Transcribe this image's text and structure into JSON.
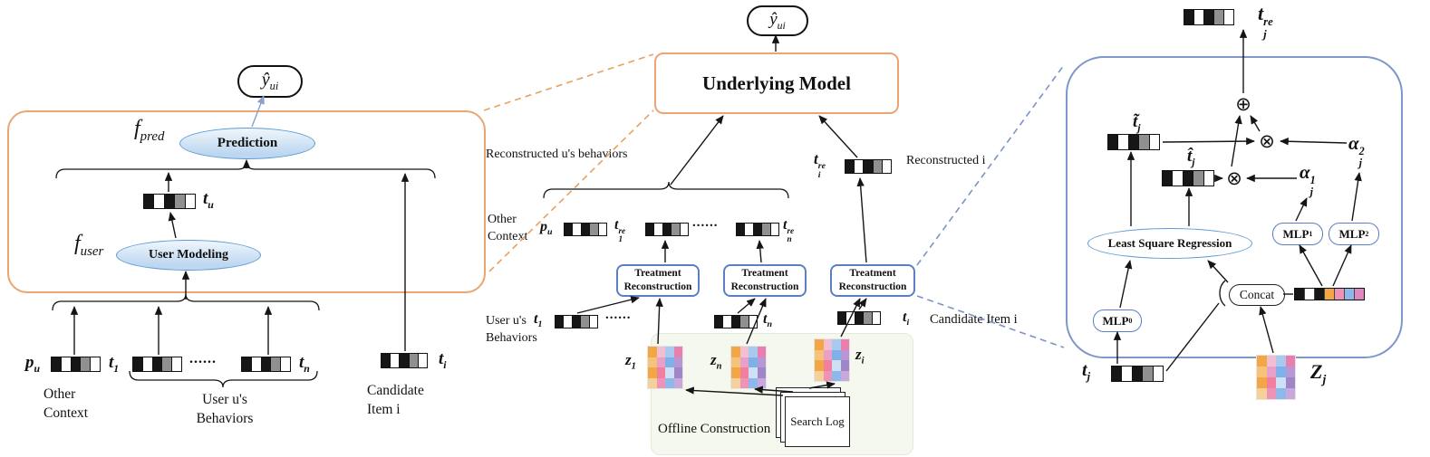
{
  "colors": {
    "orange": "#ECA473",
    "blue_box": "#8097C9",
    "tr_blue": "#5B7FC4",
    "ellipse_border": "#5B9BD5",
    "dashed_orange": "#E8A061",
    "dashed_blue": "#7B93C8",
    "green_bg": "#F4F8EF",
    "arrow": "#151515",
    "yhat_arrow": "#8AA0C8"
  },
  "ops": {
    "oplus": "⊕",
    "otimes": "⊗"
  },
  "left": {
    "yhat": {
      "base": "ŷ",
      "sub": "ui"
    },
    "f_pred": {
      "base": "f",
      "sub": "pred"
    },
    "prediction": "Prediction",
    "t_u": {
      "base": "t",
      "sub": "u"
    },
    "f_user": {
      "base": "f",
      "sub": "user"
    },
    "user_modeling": "User Modeling",
    "p_u": {
      "base": "p",
      "sub": "u"
    },
    "t_1": {
      "base": "t",
      "sub": "1"
    },
    "dots": "......",
    "t_n": {
      "base": "t",
      "sub": "n"
    },
    "t_i": {
      "base": "t",
      "sub": "i"
    },
    "other_context_1": "Other",
    "other_context_2": "Context",
    "behaviors_1": "User u's",
    "behaviors_2": "Behaviors",
    "candidate_1": "Candidate",
    "candidate_2": "Item i"
  },
  "mid": {
    "yhat": {
      "base": "ŷ",
      "sub": "ui"
    },
    "underlying_model": "Underlying Model",
    "reconstructed_behaviors": "Reconstructed u's behaviors",
    "reconstructed_i": "Reconstructed i",
    "t_i_re": {
      "base": "t",
      "sub": "i",
      "sup": "re"
    },
    "other_context_1": "Other",
    "other_context_2": "Context",
    "p_u": {
      "base": "p",
      "sub": "u"
    },
    "t_1_re": {
      "base": "t",
      "sub": "1",
      "sup": "re"
    },
    "dots": "......",
    "t_n_re": {
      "base": "t",
      "sub": "n",
      "sup": "re"
    },
    "treatment_reconstruction": "Treatment Reconstruction",
    "behaviors_1": "User u's",
    "behaviors_2": "Behaviors",
    "t_1": {
      "base": "t",
      "sub": "1"
    },
    "t_n": {
      "base": "t",
      "sub": "n"
    },
    "t_i": {
      "base": "t",
      "sub": "i"
    },
    "candidate_item": "Candidate Item i",
    "z_1": {
      "base": "z",
      "sub": "1"
    },
    "z_n": {
      "base": "z",
      "sub": "n"
    },
    "z_i": {
      "base": "z",
      "sub": "i"
    },
    "offline_construction": "Offline Construction",
    "search_log": "Search Log"
  },
  "right": {
    "t_j_re": {
      "base": "t",
      "sub": "j",
      "sup": "re"
    },
    "t_tilde": {
      "base": "t̃",
      "sub": "j"
    },
    "t_hat": {
      "base": "t̂",
      "sub": "j"
    },
    "alpha_1": {
      "base": "α",
      "sub": "j",
      "sup": "1"
    },
    "alpha_2": {
      "base": "α",
      "sub": "j",
      "sup": "2"
    },
    "lsr": "Least Square Regression",
    "mlp_0": {
      "base": "MLP",
      "sub": "0"
    },
    "mlp_1": {
      "base": "MLP",
      "sub": "1"
    },
    "mlp_2": {
      "base": "MLP",
      "sub": "2"
    },
    "concat": "Concat",
    "t_j": {
      "base": "t",
      "sub": "j"
    },
    "z_j": {
      "base": "Z",
      "sub": "j"
    }
  }
}
